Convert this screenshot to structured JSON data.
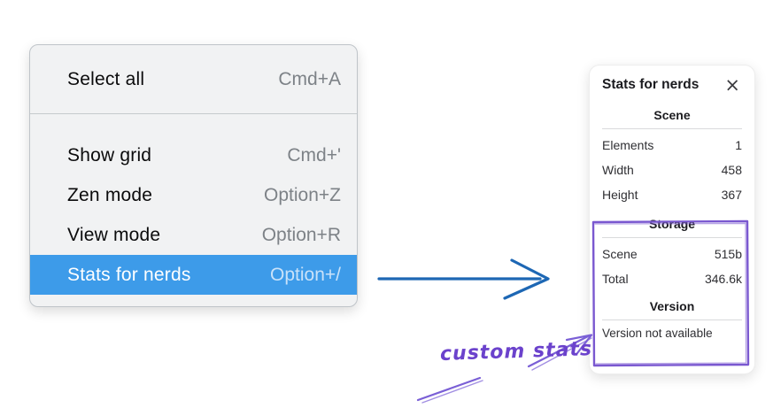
{
  "context_menu": {
    "groups": [
      {
        "items": [
          {
            "label": "Select all",
            "shortcut": "Cmd+A",
            "highlighted": false
          }
        ]
      },
      {
        "items": [
          {
            "label": "Show grid",
            "shortcut": "Cmd+'",
            "highlighted": false
          },
          {
            "label": "Zen mode",
            "shortcut": "Option+Z",
            "highlighted": false
          },
          {
            "label": "View mode",
            "shortcut": "Option+R",
            "highlighted": false
          },
          {
            "label": "Stats for nerds",
            "shortcut": "Option+/",
            "highlighted": true
          }
        ]
      }
    ],
    "highlight_color": "#3d9be9"
  },
  "stats_panel": {
    "title": "Stats for nerds",
    "close_label": "×",
    "sections": [
      {
        "heading": "Scene",
        "rows": [
          [
            "Elements",
            "1"
          ],
          [
            "Width",
            "458"
          ],
          [
            "Height",
            "367"
          ]
        ]
      },
      {
        "heading": "Storage",
        "rows": [
          [
            "Scene",
            "515b"
          ],
          [
            "Total",
            "346.6k"
          ]
        ]
      },
      {
        "heading": "Version",
        "note": "Version not available"
      }
    ]
  },
  "annotations": {
    "custom_stats_label": "custom stats",
    "flow_arrow_color": "#1d67b4",
    "highlight_box_color": "#7a58d0",
    "handwriting_color": "#6b42cc"
  }
}
